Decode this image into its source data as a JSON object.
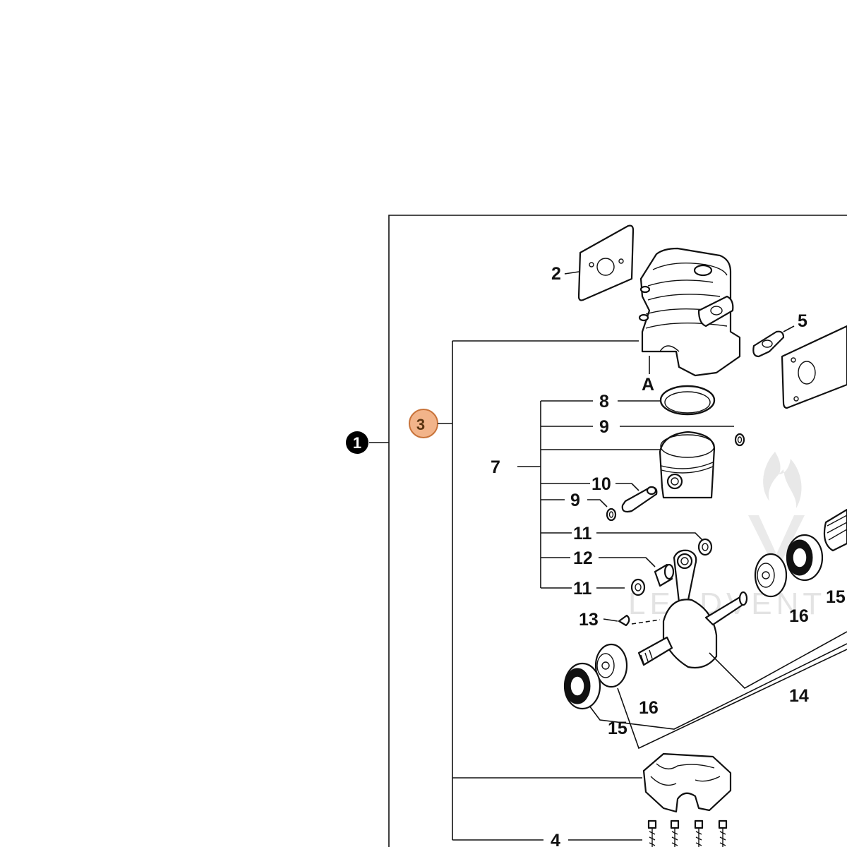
{
  "callouts": {
    "main": "1",
    "sub": "3",
    "sub_color": "#f2b48a",
    "sub_stroke": "#c8733a",
    "main_color": "#000000"
  },
  "labels": {
    "l2": "2",
    "l5": "5",
    "lA": "A",
    "l8": "8",
    "l9a": "9",
    "l7": "7",
    "l10": "10",
    "l9b": "9",
    "l11a": "11",
    "l12": "12",
    "l11b": "11",
    "l13": "13",
    "l14": "14",
    "l15a": "15",
    "l15b": "15",
    "l16a": "16",
    "l16b": "16",
    "l4": "4"
  },
  "watermark": {
    "text": "LEADVENT",
    "logo": "flame-v-logo"
  }
}
